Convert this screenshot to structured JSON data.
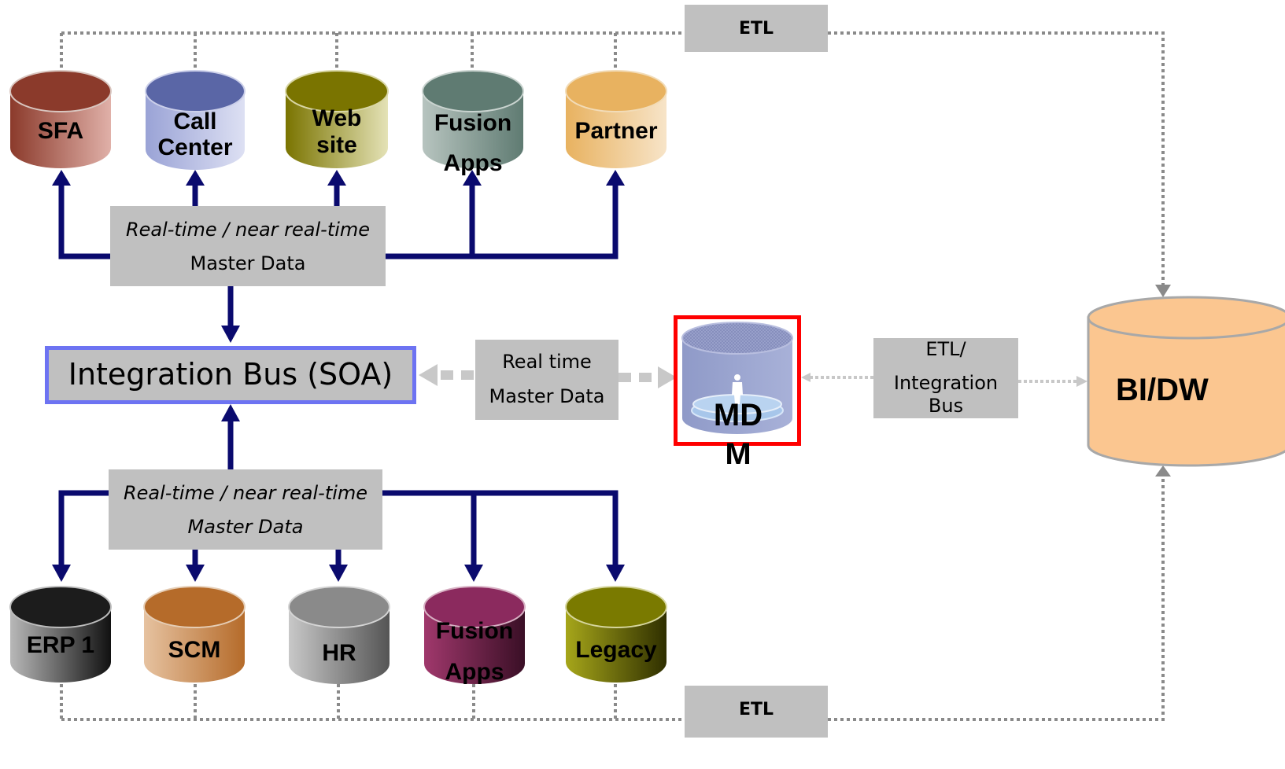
{
  "top_etl": "ETL",
  "bottom_etl": "ETL",
  "top_systems": [
    {
      "line1": "SFA",
      "line2": ""
    },
    {
      "line1": "Call",
      "line2": "Center"
    },
    {
      "line1": "Web",
      "line2": "site"
    },
    {
      "line1": "Fusion",
      "line2": "Apps"
    },
    {
      "line1": "Partner",
      "line2": ""
    }
  ],
  "bottom_systems": [
    {
      "line1": "ERP 1",
      "line2": ""
    },
    {
      "line1": "SCM",
      "line2": ""
    },
    {
      "line1": "HR",
      "line2": ""
    },
    {
      "line1": "Fusion",
      "line2": "Apps"
    },
    {
      "line1": "Legacy",
      "line2": ""
    }
  ],
  "top_rt_box": {
    "line1": "Real-time / near real-time",
    "line2": "Master Data"
  },
  "bottom_rt_box": {
    "line1": "Real-time / near real-time",
    "line2": "Master Data"
  },
  "integration_bus": "Integration Bus (SOA)",
  "realtime_box": {
    "line1": "Real time",
    "line2": "Master Data"
  },
  "mdm": {
    "line1": "MD",
    "line2": "M"
  },
  "etl_integration_box": {
    "line1": "ETL/",
    "line2": "Integration",
    "line3": "Bus"
  },
  "bidw": "BI/DW",
  "colors": {
    "sfa": "#8b3a2b",
    "call_center": "#5a66a6",
    "website": "#7a7400",
    "fusion_top": "#5f7b72",
    "partner": "#e8b260",
    "erp": "#1c1c1c",
    "scm": "#b56b2a",
    "hr": "#8a8a8a",
    "fusion_bottom": "#8b2a5e",
    "legacy": "#7a7a00",
    "navy_arrow": "#0a0a6e",
    "gray_box": "#c0c0c0",
    "bidw": "#fbc690",
    "mdm_frame": "#ff0000",
    "bus_border": "#6d73f2"
  }
}
